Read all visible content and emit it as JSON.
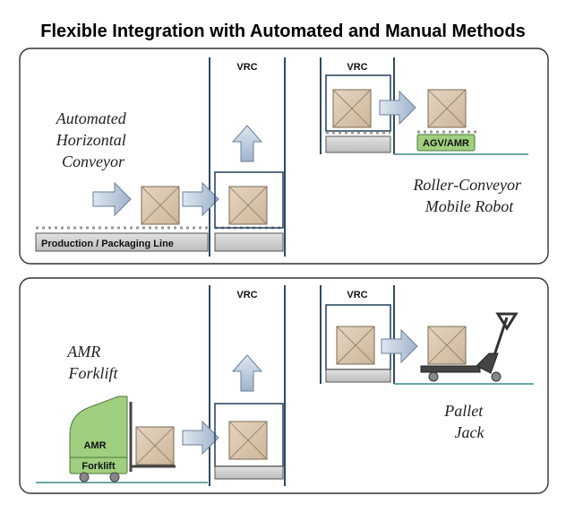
{
  "title": "Flexible Integration with Automated and Manual Methods",
  "panel_top": {
    "automated_conveyor_label": [
      "Automated",
      "Horizontal",
      "Conveyor"
    ],
    "production_line_label": "Production / Packaging Line",
    "vrc_left_label": "VRC",
    "vrc_right_label": "VRC",
    "roller_robot_label": [
      "Roller-Conveyor",
      "Mobile Robot"
    ],
    "agv_badge": "AGV/AMR"
  },
  "panel_bottom": {
    "amr_forklift_label": [
      "AMR",
      "Forklift"
    ],
    "forklift_badge_top": "AMR",
    "forklift_badge_bottom": "Forklift",
    "vrc_left_label": "VRC",
    "vrc_right_label": "VRC",
    "pallet_jack_label": [
      "Pallet",
      "Jack"
    ]
  },
  "colors": {
    "vrc_line": "#2e4a66",
    "box_fill": "#d9c6ae",
    "arrow_fill": "#b7c8dc",
    "robot_green": "#9fcf7f",
    "floor_line": "#3c8a8a"
  }
}
